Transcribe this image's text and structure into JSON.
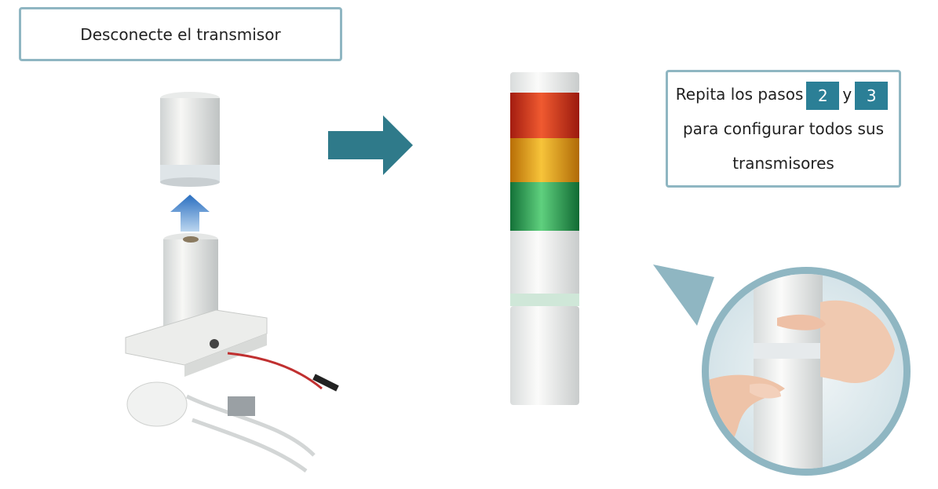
{
  "left_caption": "Desconecte el transmisor",
  "right_caption": {
    "line1_prefix": "Repita los pasos",
    "step_a": "2",
    "conjunction": "y",
    "step_b": "3",
    "line2": "para configurar todos sus",
    "line3": "transmisores"
  },
  "colors": {
    "accent": "#2b7f96",
    "box_border": "#8fb6c2",
    "lamp_red": "#d8301c",
    "lamp_amber": "#e8a010",
    "lamp_green": "#1f9a4a"
  },
  "icons": [
    "arrow-right-icon",
    "arrow-up-icon"
  ]
}
